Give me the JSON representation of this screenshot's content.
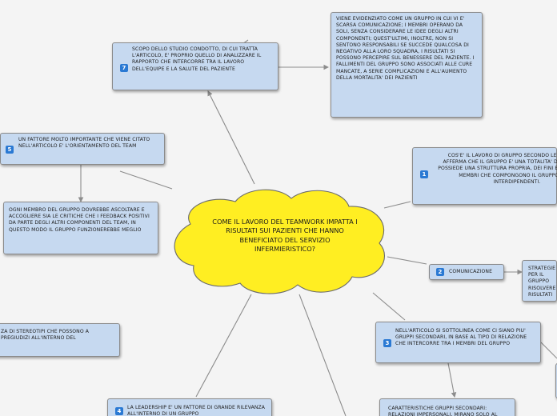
{
  "central": {
    "text": "COME IL LAVORO DEL TEAMWORK IMPATTA I RISULTATI SUI PAZIENTI CHE HANNO BENEFICIATO DEL SERVIZIO INFERMIERISTICO?"
  },
  "nodes": {
    "n7": {
      "badge": "7",
      "text": "SCOPO DELLO STUDIO CONDOTTO, DI CUI TRATTA L'ARTICOLO, E' PROPRIO QUELLO DI ANALIZZARE IL RAPPORTO CHE INTERCORRE TRA IL LAVORO DELL'EQUIPE E LA SALUTE DEL PAZIENTE"
    },
    "n7sub": {
      "text": "VIENE EVIDENZIATO COME UN GRUPPO IN CUI VI E' SCARSA COMUNICAZIONE; I MEMBRI OPERANO DA SOLI, SENZA CONSIDERARE LE IDEE DEGLI ALTRI COMPONENTI; QUEST'ULTIMI, INOLTRE, NON SI SENTONO RESPONSABILI SE SUCCEDE QUALCOSA DI NEGATIVO ALLA LORO SQUADRA, I RISULTATI SI POSSONO PERCEPIRE SUL BENESSERE DEL PAZIENTE. I FALLIMENTI DEL GRUPPO SONO ASSOCIATI ALLE CURE MANCATE, A SERIE COMPLICAZIONI E ALL'AUMENTO DELLA MORTALITA' DEI PAZIENTI"
    },
    "n5": {
      "badge": "5",
      "text": "UN FATTORE MOLTO IMPORTANTE CHE VIENE CITATO NELL'ARTICOLO E' L'ORIENTAMENTO DEL TEAM"
    },
    "n5sub": {
      "text": "OGNI MEMBRO DEL GRUPPO DOVREBBE ASCOLTARE E ACCOGLIERE SIA LE CRITICHE CHE I FEEDBACK POSITIVI DA PARTE DEGLI ALTRI COMPONENTI DEL TEAM, IN QUESTO MODO IL GRUPPO FUNZIONEREBBE MEGLIO"
    },
    "n1": {
      "badge": "1",
      "text": "COS'E' IL LAVORO DI GRUPPO SECONDO LEWIS? LEWIS AFFERMA CHE IL GRUPPO E' UNA TOTALITA' DINAMICA CHE POSSIEDE UNA STRUTTURA PROPRIA, DEI FINI BEN DEFINITI E I MEMBRI CHE COMPONGONO IL GRUPPO SONO INTERDIPENDENTI."
    },
    "n2": {
      "badge": "2",
      "text": "COMUNICAZIONE"
    },
    "n2sub": {
      "text": "STRATEGIE PER IL GRUPPO RISOLVERE... RISULTATI"
    },
    "n3": {
      "badge": "3",
      "text": "NELL'ARTICOLO SI SOTTOLINEA COME CI SIANO PIU' GRUPPI SECONDARI, IN BASE AL TIPO DI RELAZIONE CHE INTERCORRE TRA I MEMBRI DEL GRUPPO"
    },
    "n3sub": {
      "text": "CARATTERISTICHE GRUPPI SECONDARI: RELAZIONI IMPERSONALI, MIRANO SOLO AL"
    },
    "n6sub": {
      "text": "ZA DI STEREOTIPI CHE POSSONO A PREGIUDIZI ALL'INTERNO DEL"
    },
    "n4": {
      "badge": "4",
      "text": "LA LEADERSHIP E' UN FATTORE DI GRANDE RILEVANZA ALL'INTERNO DI UN GRUPPO"
    }
  },
  "colors": {
    "central_fill": "#ffee22",
    "node_fill": "#c6d9f0",
    "badge": "#2a79d3",
    "connector": "#8c8c8c",
    "background": "#f4f4f4"
  }
}
